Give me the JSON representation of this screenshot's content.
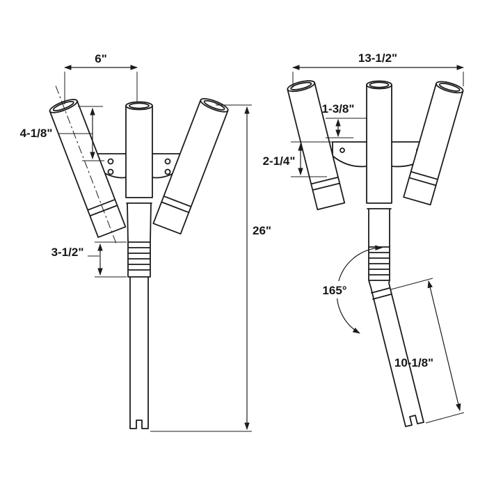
{
  "title": "Rod holder dimension drawing - front and side views",
  "views": {
    "front": {
      "dims": {
        "top_width": "6\"",
        "left_offset": "4-1/8\"",
        "rib_section": "3-1/2\"",
        "overall_height": "26\""
      }
    },
    "side": {
      "dims": {
        "top_width": "13-1/2\"",
        "upper_offset": "1-3/8\"",
        "bracket_offset": "2-1/4\"",
        "bend_angle": "165°",
        "lower_tube_length": "10-1/8\""
      }
    }
  },
  "colors": {
    "line": "#1b1b1b",
    "background": "#ffffff"
  }
}
